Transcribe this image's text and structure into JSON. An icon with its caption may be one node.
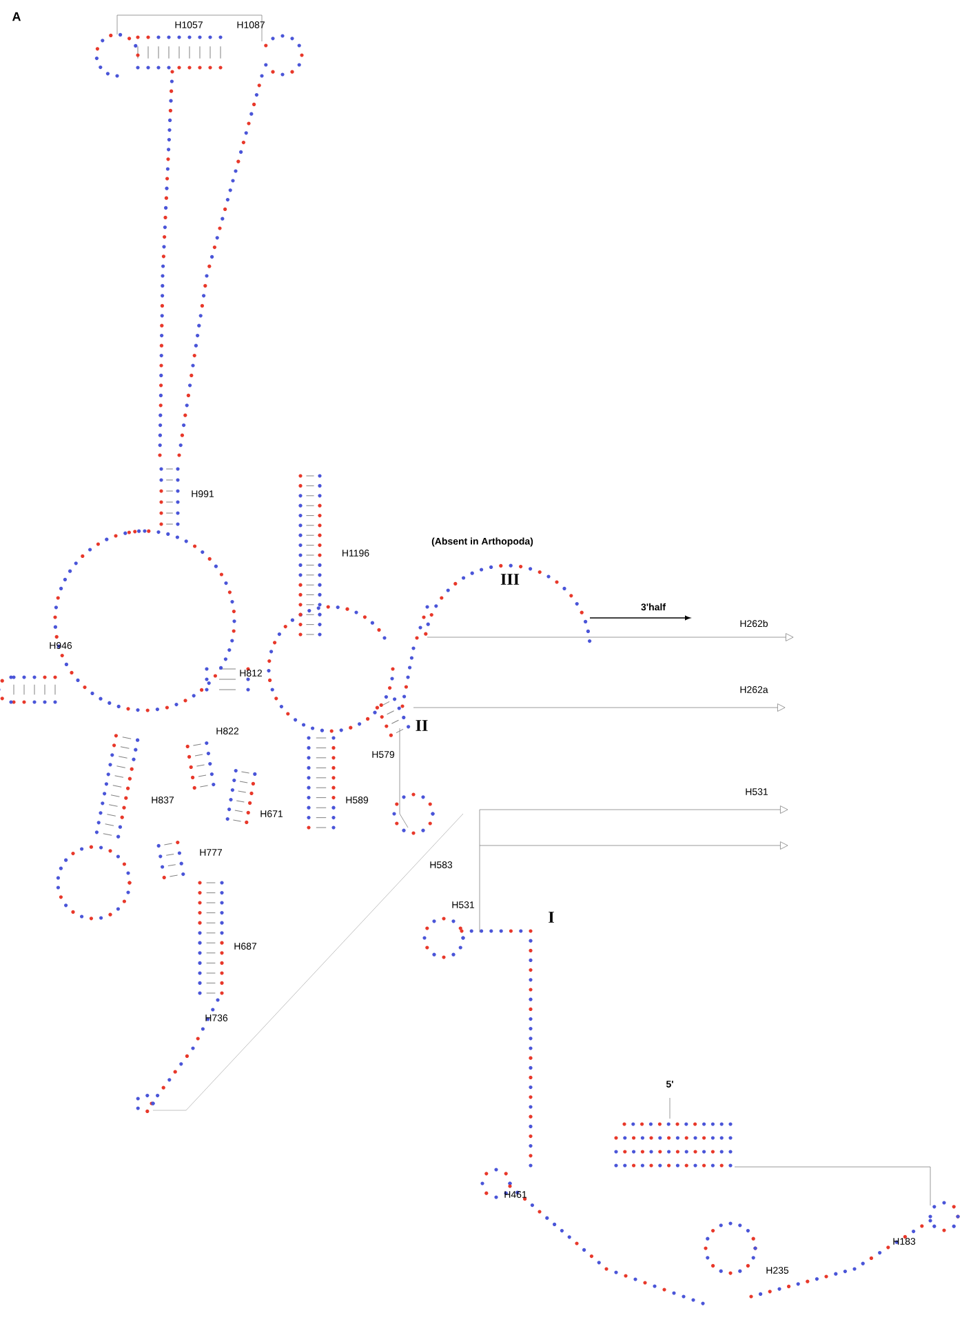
{
  "diagram": {
    "labels": [
      "A",
      "H1057",
      "H1087",
      "H991",
      "H1196",
      "H946",
      "H812",
      "H822",
      "H837",
      "H671",
      "H777",
      "H589",
      "H579",
      "H583",
      "H531",
      "H687",
      "H736",
      "H461",
      "H235",
      "H183",
      "(Absent in Arthopoda)",
      "III",
      "II",
      "I",
      "3'half",
      "H262b",
      "H262a",
      "H531",
      "5'"
    ]
  }
}
